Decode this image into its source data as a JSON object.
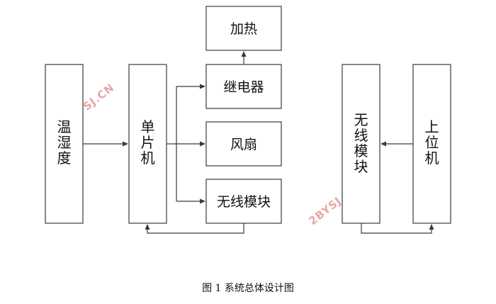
{
  "diagram": {
    "blocks": {
      "heating": "加热",
      "relay": "继电器",
      "fan": "风扇",
      "wireless_left": "无线模块",
      "temp_humidity": [
        "温",
        "湿",
        "度"
      ],
      "mcu": [
        "单",
        "片",
        "机"
      ],
      "wireless_right": [
        "无",
        "线",
        "模",
        "块"
      ],
      "host": [
        "上",
        "位",
        "机"
      ]
    },
    "watermark": "2BYSJ.CN"
  },
  "caption": "图 1  系统总体设计图"
}
